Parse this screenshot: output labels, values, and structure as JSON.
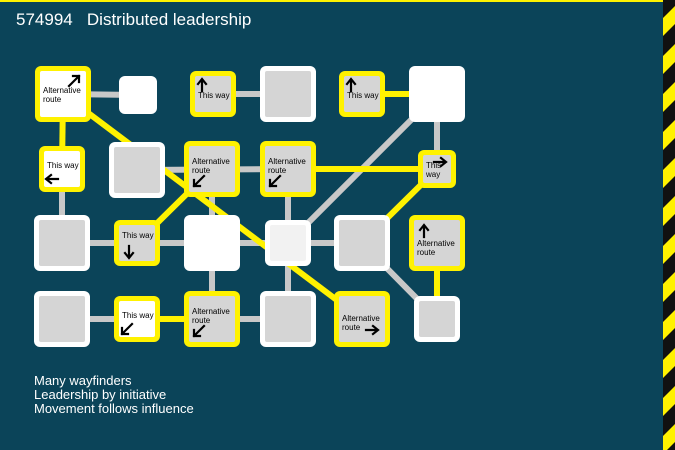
{
  "title": {
    "id": "574994",
    "text": "Distributed leadership"
  },
  "colors": {
    "background": "#0b4459",
    "highlight": "#fff200",
    "plain_edge": "#c8c8c8",
    "node_border": "#ffffff",
    "node_fill": "#d5d5d5",
    "hazard_black": "#111111",
    "hazard_yellow": "#fff200"
  },
  "nodes": [
    {
      "id": "n1",
      "highlight": true,
      "label": "Alternative\nroute",
      "icon": "arrow-up-right-icon",
      "fill": "#ffffff"
    },
    {
      "id": "n2",
      "highlight": false,
      "label": "",
      "icon": "",
      "fill": "#ffffff"
    },
    {
      "id": "n3",
      "highlight": true,
      "label": "This way",
      "icon": "arrow-up-icon"
    },
    {
      "id": "n4",
      "highlight": false,
      "label": "",
      "icon": ""
    },
    {
      "id": "n5",
      "highlight": true,
      "label": "This way",
      "icon": "arrow-up-icon"
    },
    {
      "id": "n6",
      "highlight": false,
      "label": "",
      "icon": "",
      "fill": "#ffffff"
    },
    {
      "id": "n7",
      "highlight": true,
      "label": "This way",
      "icon": "arrow-left-icon",
      "fill": "#ffffff"
    },
    {
      "id": "n8",
      "highlight": false,
      "label": "",
      "icon": ""
    },
    {
      "id": "n9",
      "highlight": true,
      "label": "Alternative\nroute",
      "icon": "arrow-down-left-icon"
    },
    {
      "id": "n10",
      "highlight": true,
      "label": "Alternative\nroute",
      "icon": "arrow-down-left-icon"
    },
    {
      "id": "n11",
      "highlight": true,
      "label": "This\nway",
      "icon": "arrow-right-icon"
    },
    {
      "id": "n12",
      "highlight": false,
      "label": "",
      "icon": ""
    },
    {
      "id": "n13",
      "highlight": true,
      "label": "This way",
      "icon": "arrow-down-icon"
    },
    {
      "id": "n14",
      "highlight": false,
      "label": "",
      "icon": "",
      "fill": "#ffffff"
    },
    {
      "id": "n15",
      "highlight": false,
      "label": "",
      "icon": "",
      "fill": "#f2f2f2"
    },
    {
      "id": "n16",
      "highlight": false,
      "label": "",
      "icon": ""
    },
    {
      "id": "n17",
      "highlight": true,
      "label": "Alternative\nroute",
      "icon": "arrow-up-icon"
    },
    {
      "id": "n18",
      "highlight": false,
      "label": "",
      "icon": ""
    },
    {
      "id": "n19",
      "highlight": true,
      "label": "This way",
      "icon": "arrow-down-left-icon",
      "fill": "#ffffff"
    },
    {
      "id": "n20",
      "highlight": true,
      "label": "Alternative\nroute",
      "icon": "arrow-down-left-icon"
    },
    {
      "id": "n21",
      "highlight": false,
      "label": "",
      "icon": ""
    },
    {
      "id": "n22",
      "highlight": true,
      "label": "Alternative\nroute",
      "icon": "arrow-right-icon"
    },
    {
      "id": "n23",
      "highlight": false,
      "label": "",
      "icon": ""
    }
  ],
  "edges": [
    {
      "from": "n1",
      "to": "n2",
      "highlight": false
    },
    {
      "from": "n1",
      "to": "n7",
      "highlight": true
    },
    {
      "from": "n1",
      "to": "n22",
      "highlight": true
    },
    {
      "from": "n3",
      "to": "n8",
      "highlight": false
    },
    {
      "from": "n4",
      "to": "n10",
      "highlight": false
    },
    {
      "from": "n5",
      "to": "n6",
      "highlight": true
    },
    {
      "from": "n6",
      "to": "n11",
      "highlight": false
    },
    {
      "from": "n6",
      "to": "n15",
      "highlight": false
    },
    {
      "from": "n7",
      "to": "n12",
      "highlight": false
    },
    {
      "from": "n9",
      "to": "n13",
      "highlight": true
    },
    {
      "from": "n9",
      "to": "n14",
      "highlight": false
    },
    {
      "from": "n10",
      "to": "n11",
      "highlight": true
    },
    {
      "from": "n10",
      "to": "n15",
      "highlight": false
    },
    {
      "from": "n11",
      "to": "n16",
      "highlight": true
    },
    {
      "from": "n12",
      "to": "n13",
      "highlight": false
    },
    {
      "from": "n13",
      "to": "n14",
      "highlight": false
    },
    {
      "from": "n14",
      "to": "n15",
      "highlight": false
    },
    {
      "from": "n14",
      "to": "n20",
      "highlight": false
    },
    {
      "from": "n15",
      "to": "n16",
      "highlight": false
    },
    {
      "from": "n15",
      "to": "n21",
      "highlight": false
    },
    {
      "from": "n16",
      "to": "n23",
      "highlight": false
    },
    {
      "from": "n17",
      "to": "n23",
      "highlight": true
    },
    {
      "from": "n18",
      "to": "n19",
      "highlight": false
    },
    {
      "from": "n19",
      "to": "n20",
      "highlight": true
    },
    {
      "from": "n20",
      "to": "n21",
      "highlight": false
    }
  ],
  "caption": [
    "Many wayfinders",
    "Leadership by initiative",
    "Movement follows influence"
  ]
}
